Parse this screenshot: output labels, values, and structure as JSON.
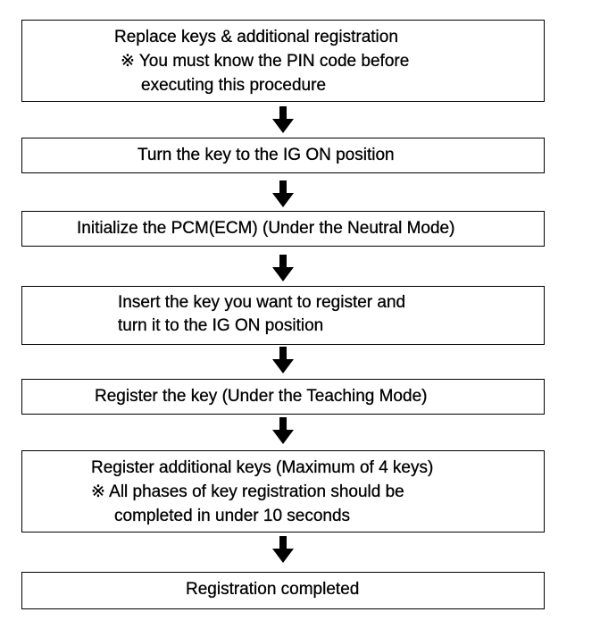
{
  "flowchart": {
    "steps": [
      {
        "line1": "Replace keys & additional registration",
        "line2": "※ You must know the PIN code before",
        "line3": "executing this procedure"
      },
      {
        "line1": "Turn the key to the IG ON position"
      },
      {
        "line1": "Initialize the PCM(ECM) (Under the Neutral Mode)"
      },
      {
        "line1": "Insert the key you want to register and",
        "line2": "turn it to the IG ON position"
      },
      {
        "line1": "Register the key (Under the Teaching Mode)"
      },
      {
        "line1": "Register additional keys (Maximum of 4 keys)",
        "line2": "※ All phases of key registration should be",
        "line3": "completed in under 10 seconds"
      },
      {
        "line1": "Registration completed"
      }
    ]
  }
}
